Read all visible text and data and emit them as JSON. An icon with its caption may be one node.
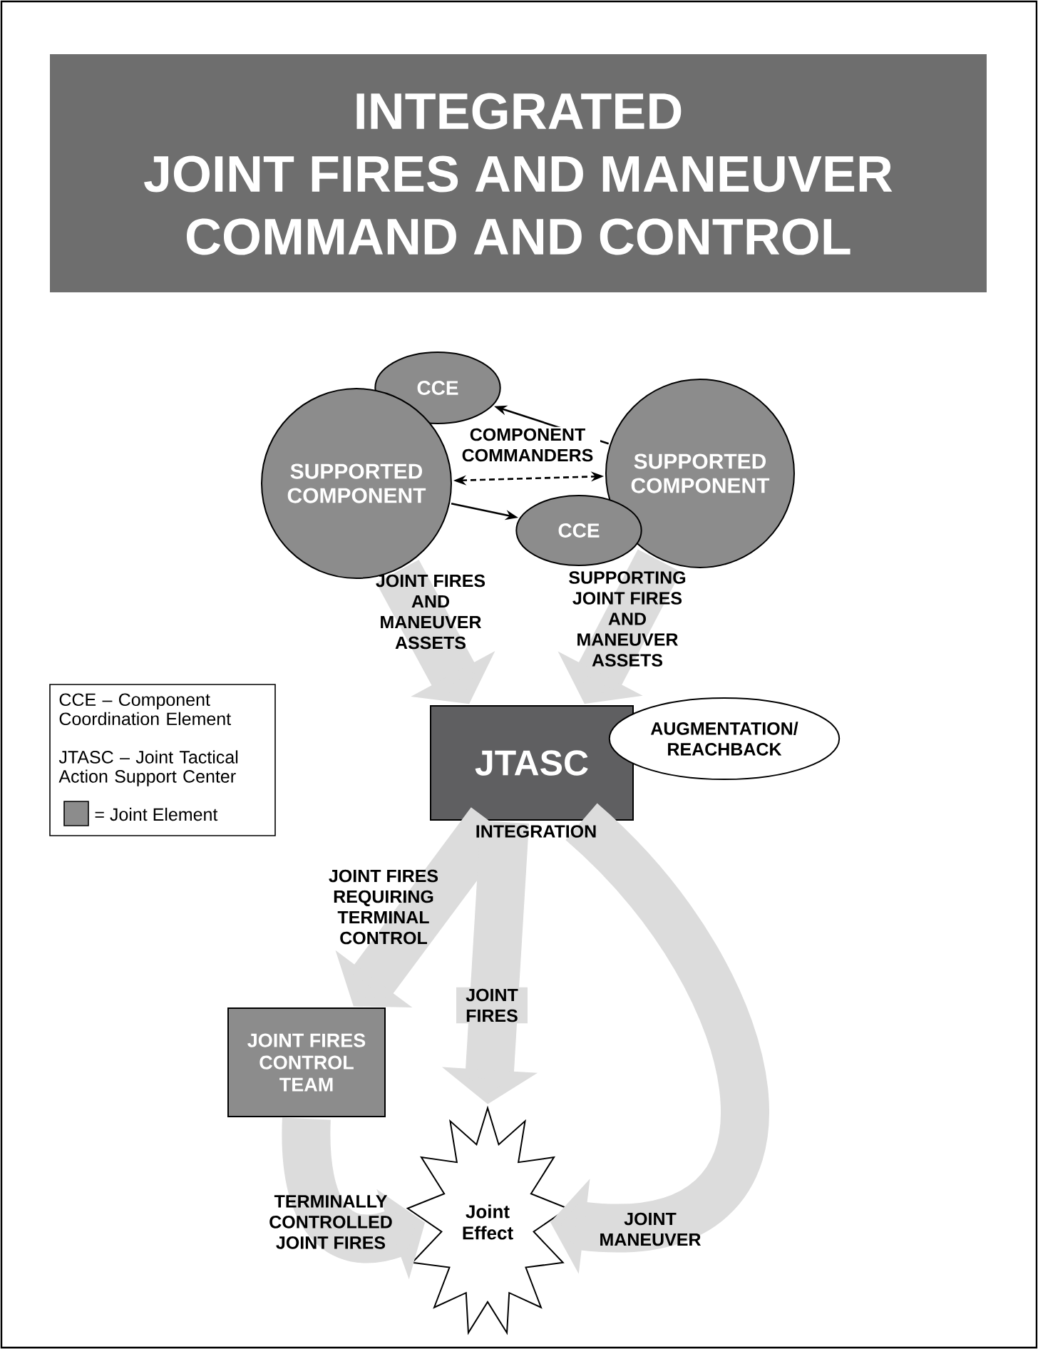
{
  "diagram": {
    "title": "INTEGRATED JOINT FIRES AND MANEUVER COMMAND AND CONTROL",
    "nodes": [
      {
        "text": [
          "CCE"
        ]
      },
      {
        "text": [
          "SUPPORTED COMPONENT"
        ]
      },
      {
        "text": [
          "SUPPORTED COMPONENT"
        ]
      },
      {
        "text": [
          "CCE"
        ]
      },
      {
        "text": [
          "JTASC"
        ],
        "beside": [
          "INTEGRATION"
        ]
      },
      {
        "text": [
          "AUGMENTATION/ REACHBACK"
        ]
      },
      {
        "text": [
          "JOINT FIRES CONTROL TEAM"
        ]
      },
      {
        "text": [
          "Joint Effect"
        ]
      }
    ],
    "edges": [
      {
        "from": 2,
        "to": 0,
        "arrow": "to",
        "color": "#000000"
      },
      {
        "from": 1,
        "to": 2,
        "arrow": "both",
        "style": "dashed",
        "color": "#000000",
        "label": "COMPONENT COMMANDERS"
      },
      {
        "from": 1,
        "to": 3,
        "arrow": "to",
        "color": "#000000"
      },
      {
        "from": 1,
        "to": 4,
        "arrow": "to",
        "label": "JOINT FIRES AND MANEUVER ASSETS"
      },
      {
        "from": 2,
        "to": 4,
        "arrow": "to",
        "label": "SUPPORTING JOINT FIRES AND MANEUVER ASSETS"
      },
      {
        "from": 4,
        "to": 6,
        "arrow": "to",
        "label": "JOINT FIRES REQUIRING TERMINAL CONTROL"
      },
      {
        "from": 4,
        "to": 7,
        "arrow": "to",
        "label": "JOINT FIRES"
      },
      {
        "from": 6,
        "to": 7,
        "arrow": "to",
        "label": "TERMINALLY CONTROLLED JOINT FIRES"
      },
      {
        "from": 4,
        "to": 7,
        "arrow": "to",
        "label": "JOINT MANEUVER"
      }
    ],
    "labels": [
      "CCE – Component Coordination Element",
      "JTASC – Joint Tactical Action Support Center"
    ],
    "legend": [
      {
        "text": "= Joint Element",
        "color": "#8c8c8c"
      }
    ]
  }
}
